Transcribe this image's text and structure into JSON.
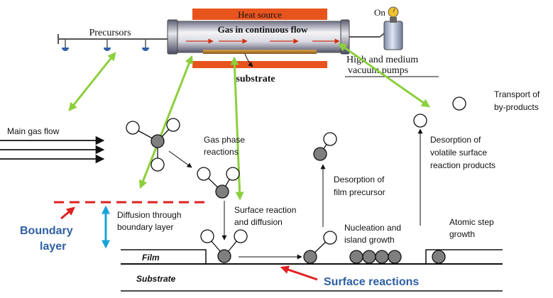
{
  "apparatus": {
    "heat_source": "Heat source",
    "gas_flow": "Gas in continuous flow",
    "precursors": "Precursors",
    "substrate": "substrate",
    "pumps_line1": "High and medium",
    "pumps_line2": "vacuum pumps",
    "on_label": "On"
  },
  "process": {
    "main_gas_flow": "Main gas flow",
    "gas_phase_line1": "Gas phase",
    "gas_phase_line2": "reactions",
    "diffusion_line1": "Diffusion through",
    "diffusion_line2": "boundary layer",
    "boundary_line1": "Boundary",
    "boundary_line2": "layer",
    "surface_rd_line1": "Surface reaction",
    "surface_rd_line2": "and diffusion",
    "desorption_film_line1": "Desorption of",
    "desorption_film_line2": "film precursor",
    "nucleation_line1": "Nucleation and",
    "nucleation_line2": "island growth",
    "desorption_volatile_line1": "Desorption of",
    "desorption_volatile_line2": "volatile surface",
    "desorption_volatile_line3": "reaction products",
    "transport_line1": "Transport of",
    "transport_line2": "by-products",
    "atomic_step_line1": "Atomic step",
    "atomic_step_line2": "growth",
    "film": "Film",
    "substrate": "Substrate",
    "surface_reactions": "Surface reactions"
  },
  "colors": {
    "heat": "#e8541e",
    "accent_blue": "#2e5fa3",
    "green_arrow": "#8ccf3c",
    "red": "#e02020",
    "atom_gray": "#7f7f7f",
    "boundary_arrow": "#1aa3d8"
  }
}
